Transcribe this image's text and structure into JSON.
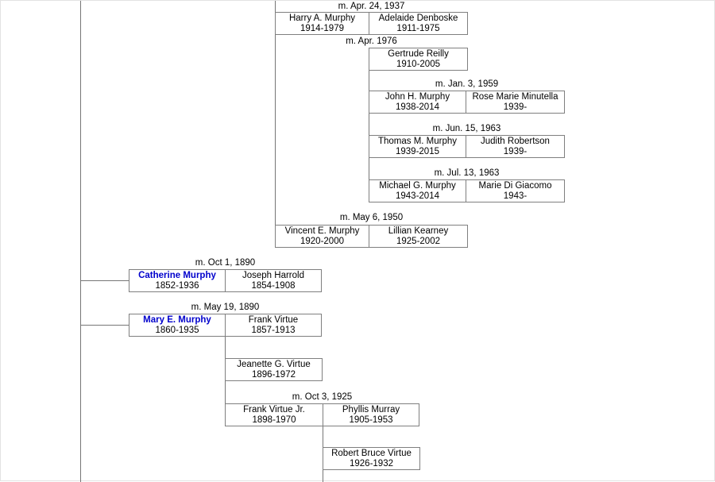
{
  "title": "Murphy family descendant tree",
  "colors": {
    "background": "#ffffff",
    "box_border": "#7f7f7f",
    "connector_line": "#767676",
    "text": "#000000",
    "highlighted_name": "#0000cc"
  },
  "groups": [
    {
      "marriage": "m. Apr. 24, 1937",
      "left": {
        "name": "Harry A. Murphy",
        "dates": "1914-1979"
      },
      "right": {
        "name": "Adelaide Denboske",
        "dates": "1911-1975"
      }
    },
    {
      "marriage": "m. Apr. 1976",
      "right": {
        "name": "Gertrude Reilly",
        "dates": "1910-2005"
      }
    },
    {
      "marriage": "m. Jan. 3, 1959",
      "left": {
        "name": "John H. Murphy",
        "dates": "1938-2014"
      },
      "right": {
        "name": "Rose Marie Minutella",
        "dates": "1939-"
      }
    },
    {
      "marriage": "m. Jun. 15, 1963",
      "left": {
        "name": "Thomas M. Murphy",
        "dates": "1939-2015"
      },
      "right": {
        "name": "Judith Robertson",
        "dates": "1939-"
      }
    },
    {
      "marriage": "m. Jul. 13, 1963",
      "left": {
        "name": "Michael G. Murphy",
        "dates": "1943-2014"
      },
      "right": {
        "name": "Marie Di Giacomo",
        "dates": "1943-"
      }
    },
    {
      "marriage": "m. May 6, 1950",
      "left": {
        "name": "Vincent E. Murphy",
        "dates": "1920-2000"
      },
      "right": {
        "name": "Lillian Kearney",
        "dates": "1925-2002"
      }
    },
    {
      "marriage": "m. Oct 1, 1890",
      "left": {
        "name": "Catherine Murphy",
        "dates": "1852-1936",
        "highlighted": true
      },
      "right": {
        "name": "Joseph Harrold",
        "dates": "1854-1908"
      }
    },
    {
      "marriage": "m. May 19, 1890",
      "left": {
        "name": "Mary E. Murphy",
        "dates": "1860-1935",
        "highlighted": true
      },
      "right": {
        "name": "Frank Virtue",
        "dates": "1857-1913"
      }
    },
    {
      "single": {
        "name": "Jeanette G. Virtue",
        "dates": "1896-1972"
      }
    },
    {
      "marriage": "m. Oct 3, 1925",
      "left": {
        "name": "Frank Virtue Jr.",
        "dates": "1898-1970"
      },
      "right": {
        "name": "Phyllis Murray",
        "dates": "1905-1953"
      }
    },
    {
      "single": {
        "name": "Robert Bruce Virtue",
        "dates": "1926-1932"
      }
    }
  ]
}
